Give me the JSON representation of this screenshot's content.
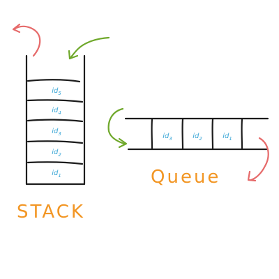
{
  "colors": {
    "ink": "#1c1c1c",
    "cell_text": "#3aa6d6",
    "label": "#f29624",
    "push_arrow": "#6fa82b",
    "pop_arrow": "#e66a6a"
  },
  "stack": {
    "label": "STACK",
    "items": [
      {
        "text": "id",
        "sub": "5"
      },
      {
        "text": "id",
        "sub": "4"
      },
      {
        "text": "id",
        "sub": "3"
      },
      {
        "text": "id",
        "sub": "2"
      },
      {
        "text": "id",
        "sub": "1"
      }
    ]
  },
  "queue": {
    "label": "Queue",
    "items": [
      {
        "text": "id",
        "sub": "3"
      },
      {
        "text": "id",
        "sub": "2"
      },
      {
        "text": "id",
        "sub": "1"
      }
    ]
  },
  "icons": {
    "stack_push": "curved-arrow-in",
    "stack_pop": "curved-arrow-out",
    "queue_enqueue": "curved-arrow-in",
    "queue_dequeue": "curved-arrow-out"
  }
}
